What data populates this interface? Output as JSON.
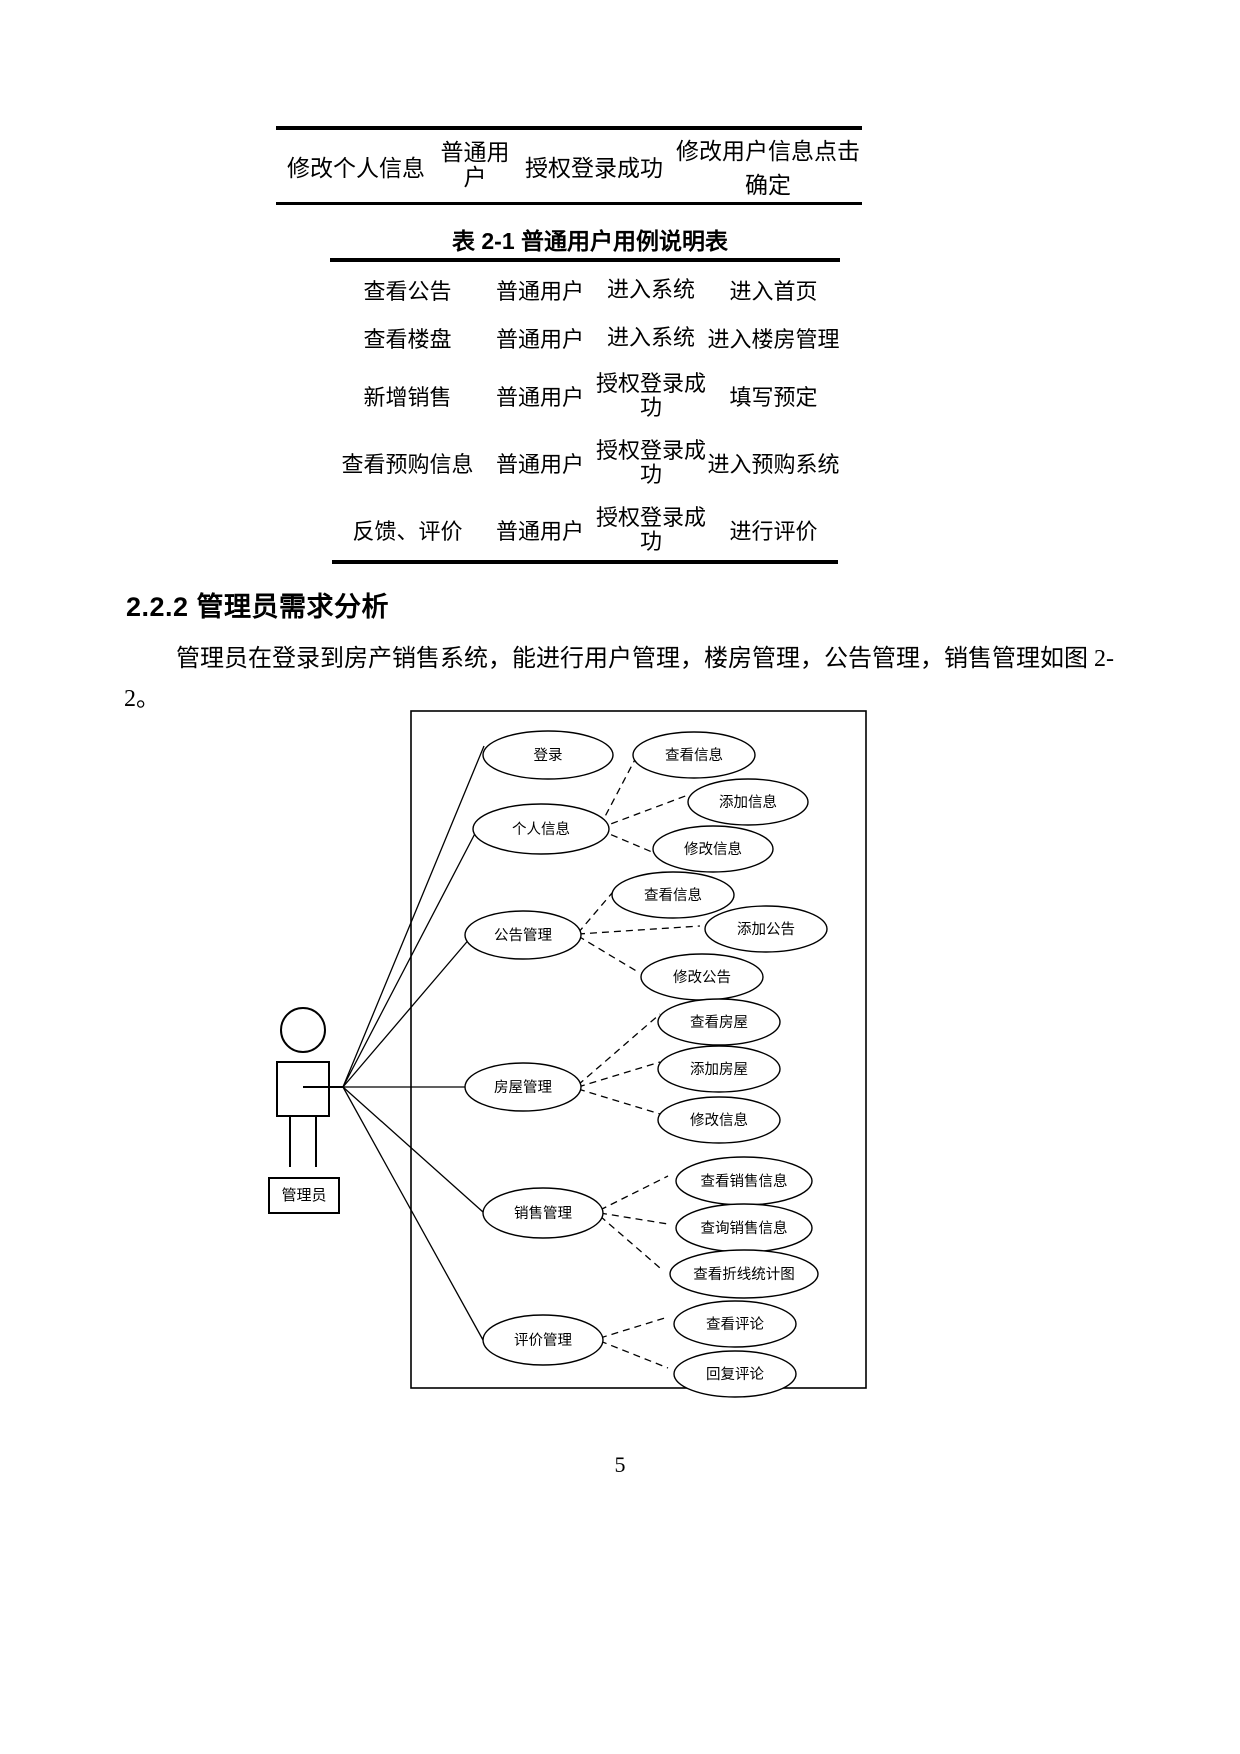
{
  "document": {
    "page_number": "5"
  },
  "continued_table": {
    "row": {
      "usecase": "修改个人信息",
      "actor": "普通用户",
      "precondition": "授权登录成功",
      "postcondition": "修改用户信息点击确定"
    }
  },
  "table_2_1": {
    "caption": "表 2-1  普通用户用例说明表",
    "rows": [
      {
        "usecase": "查看公告",
        "actor": "普通用户",
        "precondition": "进入系统",
        "postcondition": "进入首页"
      },
      {
        "usecase": "查看楼盘",
        "actor": "普通用户",
        "precondition": "进入系统",
        "postcondition": "进入楼房管理"
      },
      {
        "usecase": "新增销售",
        "actor": "普通用户",
        "precondition": "授权登录成功",
        "postcondition": "填写预定"
      },
      {
        "usecase": "查看预购信息",
        "actor": "普通用户",
        "precondition": "授权登录成功",
        "postcondition": "进入预购系统"
      },
      {
        "usecase": "反馈、评价",
        "actor": "普通用户",
        "precondition": "授权登录成功",
        "postcondition": "进行评价"
      }
    ]
  },
  "section": {
    "heading": "2.2.2 管理员需求分析",
    "paragraph": "管理员在登录到房产销售系统，能进行用户管理，楼房管理，公告管理，销售管理如图 2-2。"
  },
  "diagram": {
    "actor": {
      "name": "管理员"
    },
    "primary_usecases": [
      {
        "id": "login",
        "label": "登录"
      },
      {
        "id": "profile",
        "label": "个人信息"
      },
      {
        "id": "notice_mgmt",
        "label": "公告管理"
      },
      {
        "id": "house_mgmt",
        "label": "房屋管理"
      },
      {
        "id": "sales_mgmt",
        "label": "销售管理"
      },
      {
        "id": "review_mgmt",
        "label": "评价管理"
      }
    ],
    "extended_usecases": [
      {
        "id": "profile_view",
        "parent": "profile",
        "label": "查看信息"
      },
      {
        "id": "profile_add",
        "parent": "profile",
        "label": "添加信息"
      },
      {
        "id": "profile_edit",
        "parent": "profile",
        "label": "修改信息"
      },
      {
        "id": "notice_view",
        "parent": "notice_mgmt",
        "label": "查看信息"
      },
      {
        "id": "notice_add",
        "parent": "notice_mgmt",
        "label": "添加公告"
      },
      {
        "id": "notice_edit",
        "parent": "notice_mgmt",
        "label": "修改公告"
      },
      {
        "id": "house_view",
        "parent": "house_mgmt",
        "label": "查看房屋"
      },
      {
        "id": "house_add",
        "parent": "house_mgmt",
        "label": "添加房屋"
      },
      {
        "id": "house_edit",
        "parent": "house_mgmt",
        "label": "修改信息"
      },
      {
        "id": "sales_view",
        "parent": "sales_mgmt",
        "label": "查看销售信息"
      },
      {
        "id": "sales_query",
        "parent": "sales_mgmt",
        "label": "查询销售信息"
      },
      {
        "id": "sales_chart",
        "parent": "sales_mgmt",
        "label": "查看折线统计图"
      },
      {
        "id": "review_view",
        "parent": "review_mgmt",
        "label": "查看评论"
      },
      {
        "id": "review_reply",
        "parent": "review_mgmt",
        "label": "回复评论"
      }
    ]
  }
}
